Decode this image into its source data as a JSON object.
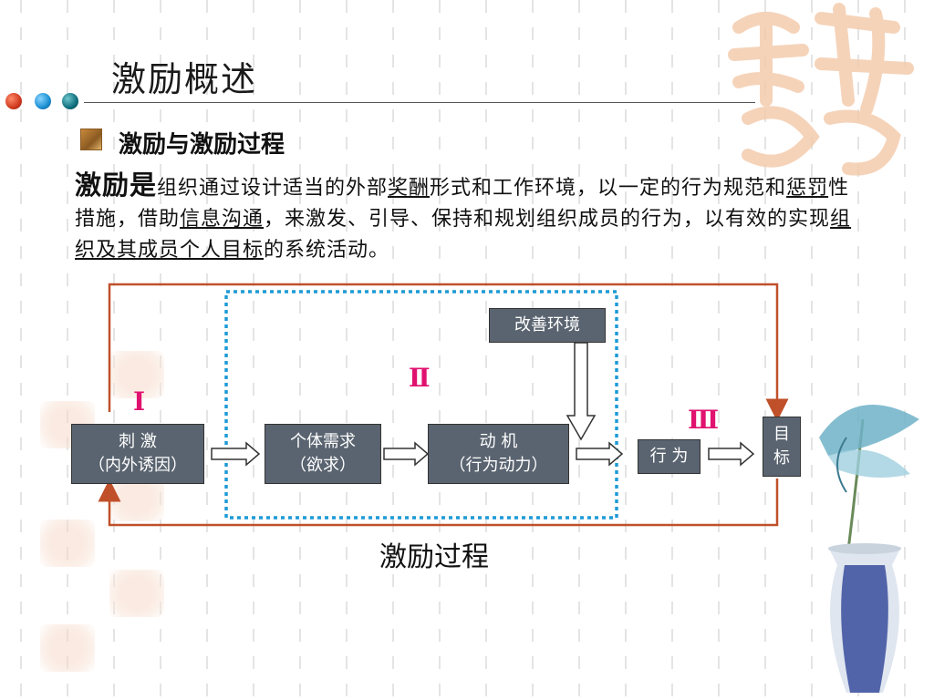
{
  "slide": {
    "title": "激励概述",
    "subtitle": "激励与激励过程",
    "paragraph": {
      "lead": "激励是",
      "segments": [
        {
          "text": "组织通过设计适当的外部",
          "u": false
        },
        {
          "text": "奖酬",
          "u": true
        },
        {
          "text": "形式和工作环境，以一定的行为规范和",
          "u": false
        },
        {
          "text": "惩罚",
          "u": true
        },
        {
          "text": "性措施，借助",
          "u": false
        },
        {
          "text": "信息沟通",
          "u": true
        },
        {
          "text": "，来激发、引导、保持和规划组织成员的行为，以有效的实现",
          "u": false
        },
        {
          "text": "组织及其成员个人目标",
          "u": true
        },
        {
          "text": "的系统活动。",
          "u": false
        }
      ]
    }
  },
  "diagram": {
    "boxes": {
      "stimulus": {
        "line1": "刺  激",
        "line2": "（内外诱因）"
      },
      "need": {
        "line1": "个体需求",
        "line2": "（欲求）"
      },
      "motive": {
        "line1": "动  机",
        "line2": "（行为动力）"
      },
      "behavior": {
        "line1": "行  为"
      },
      "goal": {
        "line1": "目",
        "line2": "标"
      },
      "environment": {
        "line1": "改善环境"
      }
    },
    "stages": {
      "one": "Ⅰ",
      "two": "Ⅱ",
      "three": "Ⅲ"
    },
    "caption": "激励过程"
  },
  "colors": {
    "feedback_line": "#c0502a",
    "dotted_frame": "#1e9ad6",
    "stage_label": "#e0126f",
    "box_fill": "#5a6470",
    "dot_red": "#d0391f",
    "dot_blue": "#1a8fd2",
    "dot_teal": "#0f6f7d"
  }
}
